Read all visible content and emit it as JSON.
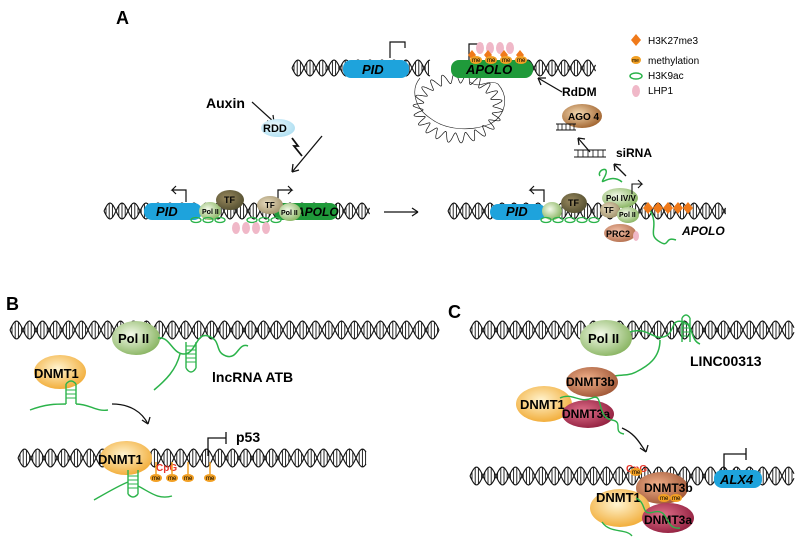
{
  "panels": {
    "a": "A",
    "b": "B",
    "c": "C"
  },
  "legend": {
    "h3k27": "H3K27me3",
    "methylation": "methylation",
    "h3k9ac": "H3K9ac",
    "lhp1": "LHP1",
    "me_mark": "me"
  },
  "panel_a": {
    "pid": "PID",
    "apolo": "APOLO",
    "auxin": "Auxin",
    "rdd": "RDD",
    "rddm": "RdDM",
    "ago4": "AGO 4",
    "sirna": "siRNA",
    "tf": "TF",
    "pol2": "Pol II",
    "pol4": "Pol IV/V",
    "prc2": "PRC2",
    "me": "me"
  },
  "panel_b": {
    "pol2": "Pol II",
    "lncrna": "lncRNA ATB",
    "dnmt1": "DNMT1",
    "p53": "p53",
    "cpg": "CpG",
    "me": "me"
  },
  "panel_c": {
    "pol2": "Pol II",
    "linc": "LINC00313",
    "dnmt3b": "DNMT3b",
    "dnmt1": "DNMT1",
    "dnmt3a": "DNMT3a",
    "alx4": "ALX4",
    "cpg": "CpG",
    "me": "me"
  },
  "colors": {
    "pid_blue": "#1ea3dc",
    "apolo_green": "#1f9a3a",
    "h3k27_orange": "#f07a1a",
    "meth_orange": "#f2a024",
    "lhp1_pink": "#f0b8c8",
    "rna_green": "#2bb34a",
    "dnmt1_yellow": "#f5b53a",
    "dnmt3a_red": "#b8294a",
    "dnmt3b_brown": "#c0724a",
    "cpg_red": "#e8352a"
  }
}
